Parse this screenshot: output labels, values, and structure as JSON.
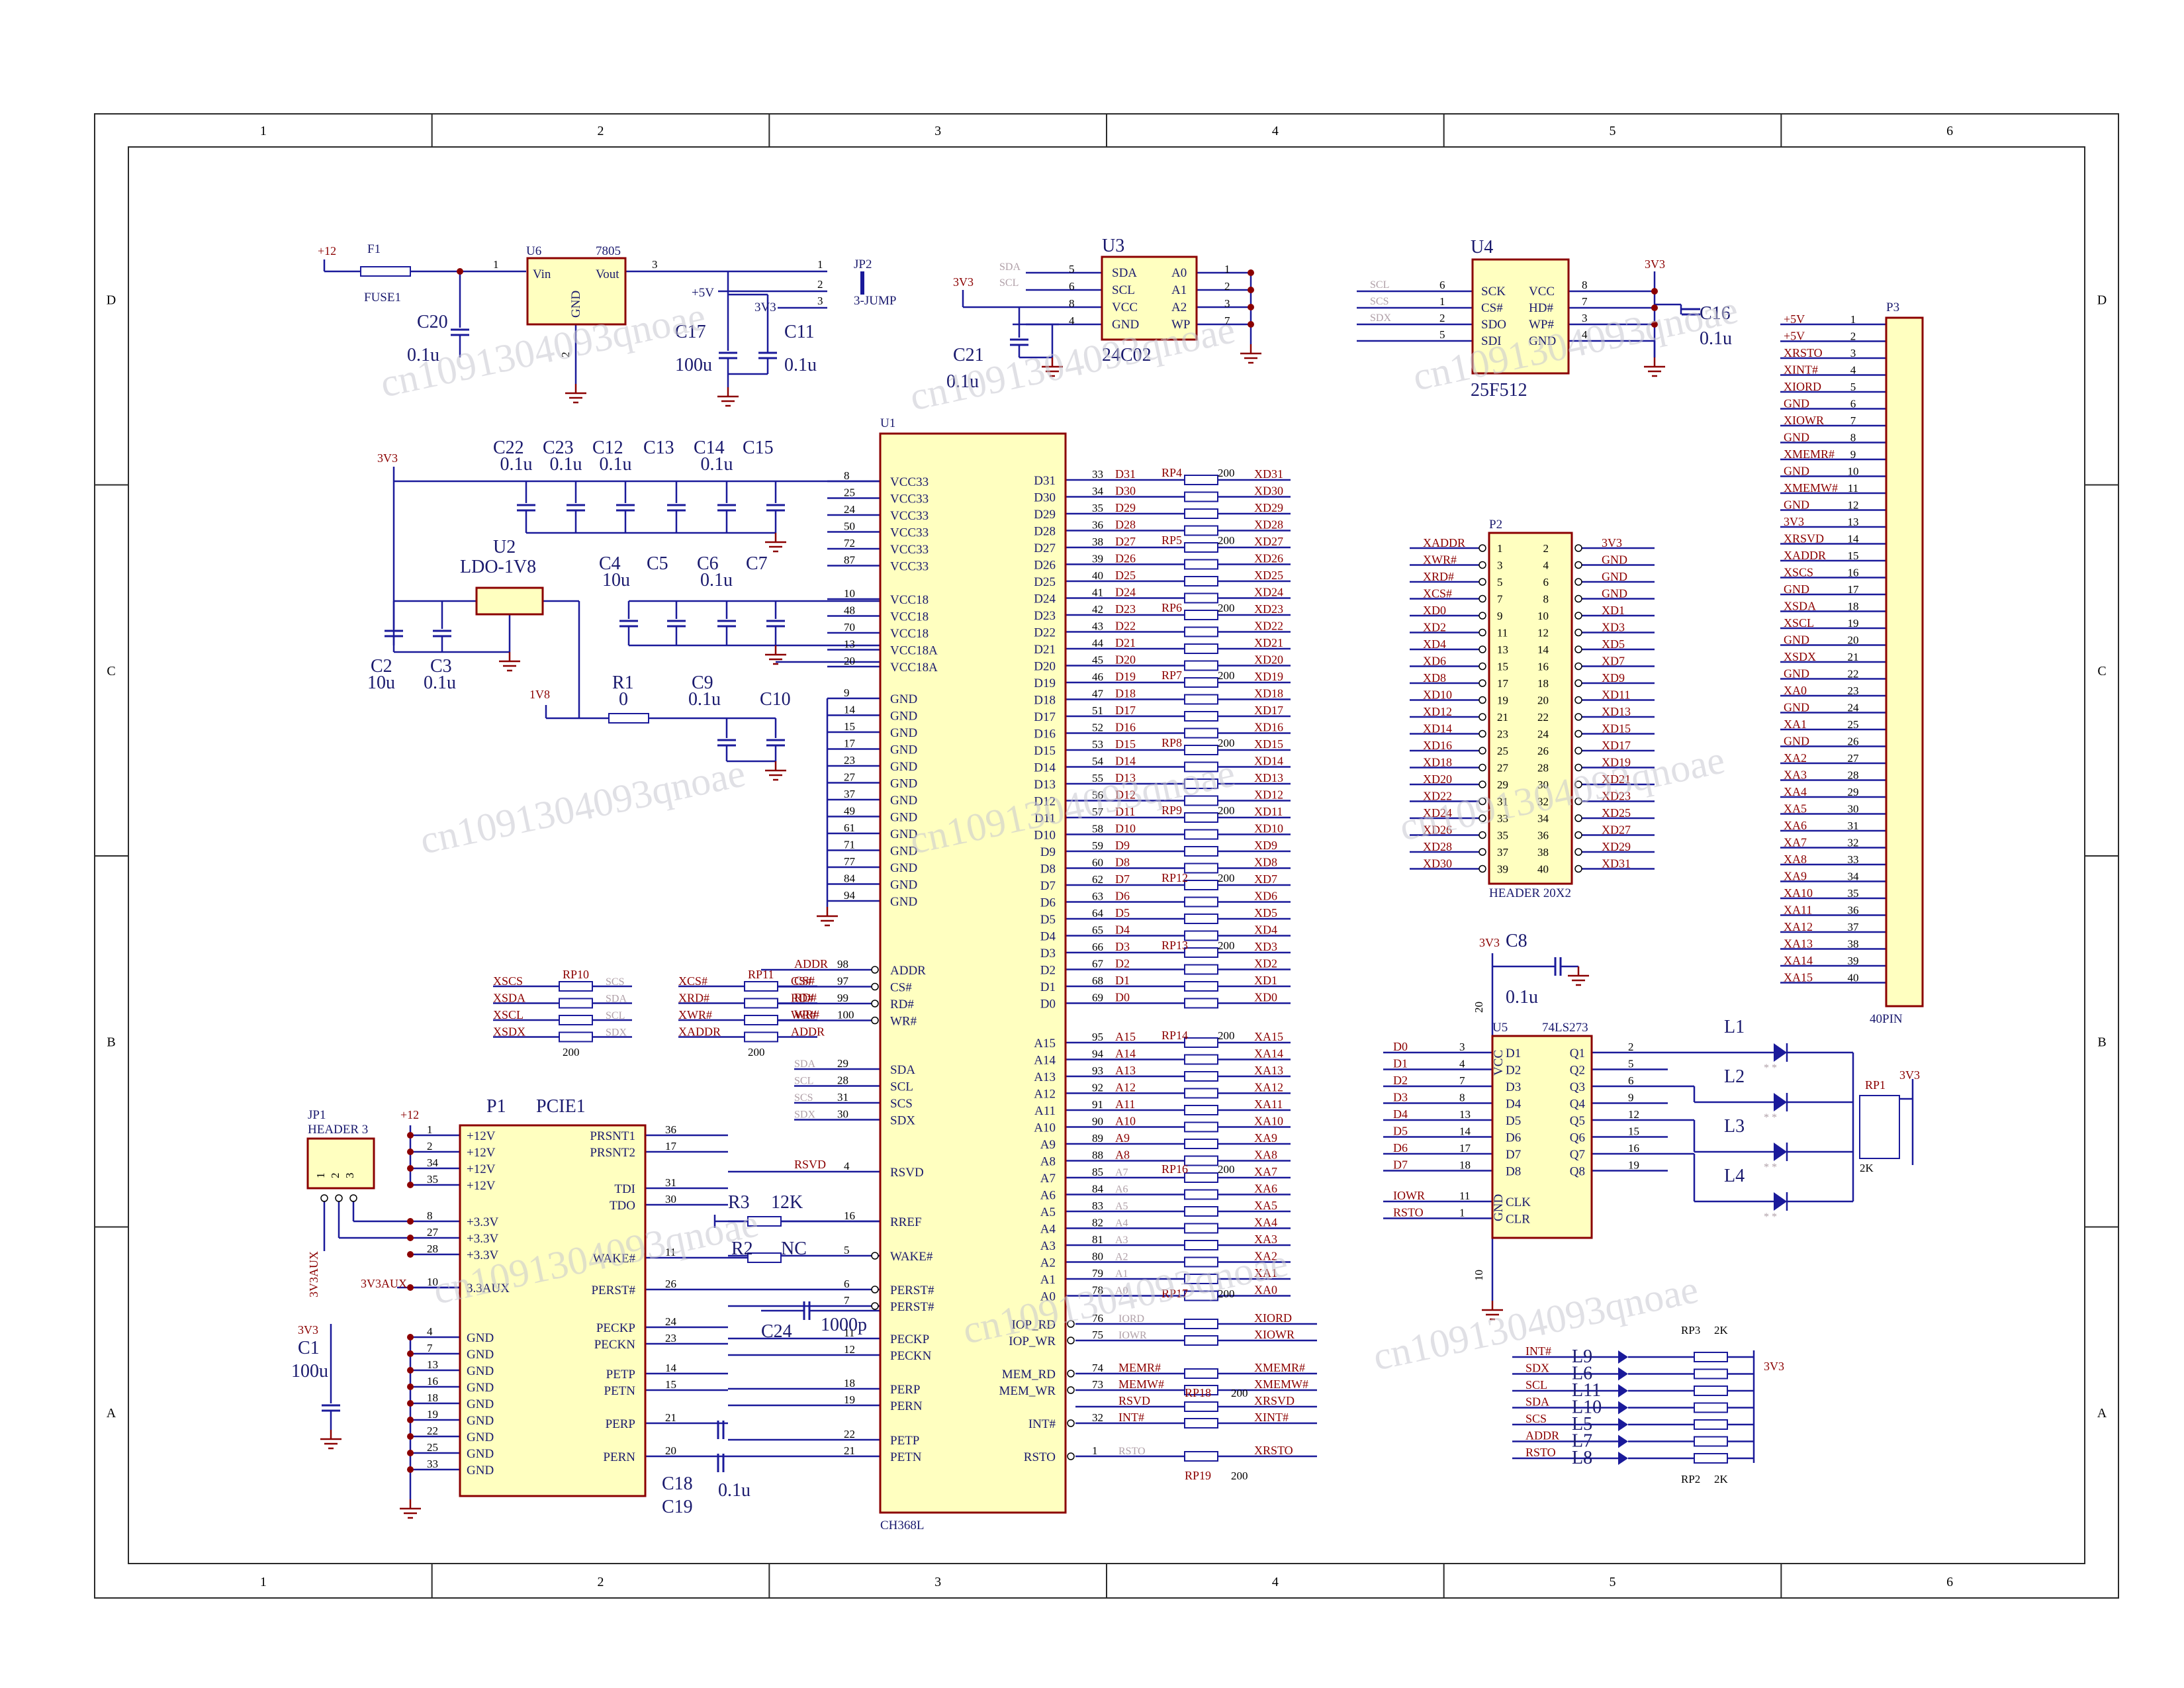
{
  "sheet": {
    "col_labels": [
      "1",
      "2",
      "3",
      "4",
      "5",
      "6"
    ],
    "row_labels": [
      "D",
      "C",
      "B",
      "A"
    ],
    "watermark": "cn1091304093qnoae"
  },
  "power_section": {
    "input_label": "+12",
    "fuse": {
      "ref": "F1",
      "value": "FUSE1"
    },
    "regulator": {
      "ref": "U6",
      "value": "7805",
      "pins": [
        "Vin",
        "Vout",
        "GND"
      ],
      "pin_nums": [
        "1",
        "3",
        "2"
      ]
    },
    "caps": [
      {
        "ref": "C20",
        "value": "0.1u"
      },
      {
        "ref": "C17",
        "value": "100u"
      },
      {
        "ref": "C11",
        "value": "0.1u"
      }
    ],
    "jumper": {
      "ref": "JP2",
      "value": "3-JUMP",
      "pin_nums": [
        "1",
        "2",
        "3"
      ],
      "nets": [
        "+5V",
        "3V3"
      ]
    }
  },
  "eeprom": {
    "ref": "U3",
    "value": "24C02",
    "left_pins": [
      "SDA",
      "SCL",
      "VCC",
      "GND"
    ],
    "left_nums": [
      "5",
      "6",
      "8",
      "4"
    ],
    "right_pins": [
      "A0",
      "A1",
      "A2",
      "WP"
    ],
    "right_nums": [
      "1",
      "2",
      "3",
      "7"
    ],
    "nets": [
      "SDA",
      "SCL",
      "3V3"
    ],
    "cap": {
      "ref": "C21",
      "value": "0.1u"
    }
  },
  "flash": {
    "ref": "U4",
    "value": "25F512",
    "left_pins": [
      "SCK",
      "CS#",
      "SDO",
      "SDI"
    ],
    "left_nums": [
      "6",
      "1",
      "2",
      "5"
    ],
    "right_pins": [
      "VCC",
      "HD#",
      "WP#",
      "GND"
    ],
    "right_nums": [
      "8",
      "7",
      "3",
      "4"
    ],
    "nets": [
      "SCL",
      "SCS",
      "SDX",
      "3V3"
    ],
    "cap": {
      "ref": "C16",
      "value": "0.1u"
    }
  },
  "decoupling": {
    "net_3v3": "3V3",
    "net_1v8": "1V8",
    "row1": [
      {
        "ref": "C22",
        "value": "0.1u"
      },
      {
        "ref": "C23",
        "value": "0.1u"
      },
      {
        "ref": "C12",
        "value": "0.1u"
      },
      {
        "ref": "C13",
        "value": ""
      },
      {
        "ref": "C14",
        "value": "0.1u"
      },
      {
        "ref": "C15",
        "value": ""
      }
    ],
    "ldo": {
      "ref": "U2",
      "value": "LDO-1V8"
    },
    "row2": [
      {
        "ref": "C2",
        "value": "10u"
      },
      {
        "ref": "C3",
        "value": "0.1u"
      },
      {
        "ref": "C4",
        "value": "10u"
      },
      {
        "ref": "C5",
        "value": ""
      },
      {
        "ref": "C6",
        "value": "0.1u"
      },
      {
        "ref": "C7",
        "value": ""
      }
    ],
    "r1": {
      "ref": "R1",
      "value": "0"
    },
    "row3": [
      {
        "ref": "C9",
        "value": "0.1u"
      },
      {
        "ref": "C10",
        "value": ""
      }
    ]
  },
  "u1": {
    "ref": "U1",
    "value": "CH368L",
    "power_pins": [
      {
        "n": "VCC33",
        "p": "8"
      },
      {
        "n": "VCC33",
        "p": "25"
      },
      {
        "n": "VCC33",
        "p": "24"
      },
      {
        "n": "VCC33",
        "p": "50"
      },
      {
        "n": "VCC33",
        "p": "72"
      },
      {
        "n": "VCC33",
        "p": "87"
      },
      {
        "n": "VCC18",
        "p": "10"
      },
      {
        "n": "VCC18",
        "p": "48"
      },
      {
        "n": "VCC18",
        "p": "70"
      },
      {
        "n": "VCC18A",
        "p": "13"
      },
      {
        "n": "VCC18A",
        "p": "20"
      },
      {
        "n": "GND",
        "p": "9"
      },
      {
        "n": "GND",
        "p": "14"
      },
      {
        "n": "GND",
        "p": "15"
      },
      {
        "n": "GND",
        "p": "17"
      },
      {
        "n": "GND",
        "p": "23"
      },
      {
        "n": "GND",
        "p": "27"
      },
      {
        "n": "GND",
        "p": "37"
      },
      {
        "n": "GND",
        "p": "49"
      },
      {
        "n": "GND",
        "p": "61"
      },
      {
        "n": "GND",
        "p": "71"
      },
      {
        "n": "GND",
        "p": "77"
      },
      {
        "n": "GND",
        "p": "84"
      },
      {
        "n": "GND",
        "p": "94"
      }
    ],
    "ctrl_pins": [
      {
        "n": "ADDR",
        "p": "98",
        "net": "ADDR"
      },
      {
        "n": "CS#",
        "p": "97",
        "net": "CS#"
      },
      {
        "n": "RD#",
        "p": "99",
        "net": "RD#"
      },
      {
        "n": "WR#",
        "p": "100",
        "net": "WR#"
      }
    ],
    "serial_pins": [
      {
        "n": "SDA",
        "p": "29",
        "net": "SDA"
      },
      {
        "n": "SCL",
        "p": "28",
        "net": "SCL"
      },
      {
        "n": "SCS",
        "p": "31",
        "net": "SCS"
      },
      {
        "n": "SDX",
        "p": "30",
        "net": "SDX"
      }
    ],
    "pcie_pins": [
      {
        "n": "RSVD",
        "p": "4"
      },
      {
        "n": "RREF",
        "p": "16"
      },
      {
        "n": "WAKE#",
        "p": "5"
      },
      {
        "n": "PERST#",
        "p": "6"
      },
      {
        "n": "PERST#",
        "p": "7"
      },
      {
        "n": "PECKP",
        "p": "11"
      },
      {
        "n": "PECKN",
        "p": "12"
      },
      {
        "n": "PERP",
        "p": "18"
      },
      {
        "n": "PERN",
        "p": "19"
      },
      {
        "n": "PETP",
        "p": "22"
      },
      {
        "n": "PETN",
        "p": "21"
      }
    ],
    "data_pins": [
      {
        "n": "D31",
        "p": "33"
      },
      {
        "n": "D30",
        "p": "34"
      },
      {
        "n": "D29",
        "p": "35"
      },
      {
        "n": "D28",
        "p": "36"
      },
      {
        "n": "D27",
        "p": "38"
      },
      {
        "n": "D26",
        "p": "39"
      },
      {
        "n": "D25",
        "p": "40"
      },
      {
        "n": "D24",
        "p": "41"
      },
      {
        "n": "D23",
        "p": "42"
      },
      {
        "n": "D22",
        "p": "43"
      },
      {
        "n": "D21",
        "p": "44"
      },
      {
        "n": "D20",
        "p": "45"
      },
      {
        "n": "D19",
        "p": "46"
      },
      {
        "n": "D18",
        "p": "47"
      },
      {
        "n": "D17",
        "p": "51"
      },
      {
        "n": "D16",
        "p": "52"
      },
      {
        "n": "D15",
        "p": "53"
      },
      {
        "n": "D14",
        "p": "54"
      },
      {
        "n": "D13",
        "p": "55"
      },
      {
        "n": "D12",
        "p": "56"
      },
      {
        "n": "D11",
        "p": "57"
      },
      {
        "n": "D10",
        "p": "58"
      },
      {
        "n": "D9",
        "p": "59"
      },
      {
        "n": "D8",
        "p": "60"
      },
      {
        "n": "D7",
        "p": "62"
      },
      {
        "n": "D6",
        "p": "63"
      },
      {
        "n": "D5",
        "p": "64"
      },
      {
        "n": "D4",
        "p": "65"
      },
      {
        "n": "D3",
        "p": "66"
      },
      {
        "n": "D2",
        "p": "67"
      },
      {
        "n": "D1",
        "p": "68"
      },
      {
        "n": "D0",
        "p": "69"
      }
    ],
    "addr_pins": [
      {
        "n": "A15",
        "p": "95"
      },
      {
        "n": "A14",
        "p": "94"
      },
      {
        "n": "A13",
        "p": "93"
      },
      {
        "n": "A12",
        "p": "92"
      },
      {
        "n": "A11",
        "p": "91"
      },
      {
        "n": "A10",
        "p": "90"
      },
      {
        "n": "A9",
        "p": "89"
      },
      {
        "n": "A8",
        "p": "88"
      },
      {
        "n": "A7",
        "p": "85"
      },
      {
        "n": "A6",
        "p": "84"
      },
      {
        "n": "A5",
        "p": "83"
      },
      {
        "n": "A4",
        "p": "82"
      },
      {
        "n": "A3",
        "p": "81"
      },
      {
        "n": "A2",
        "p": "80"
      },
      {
        "n": "A1",
        "p": "79"
      },
      {
        "n": "A0",
        "p": "78"
      }
    ],
    "io_pins": [
      {
        "n": "IOP_RD",
        "p": "76",
        "net": "IORD"
      },
      {
        "n": "IOP_WR",
        "p": "75",
        "net": "IOWR"
      },
      {
        "n": "MEM_RD",
        "p": "74",
        "net": "MEMR#"
      },
      {
        "n": "MEM_WR",
        "p": "73",
        "net": "MEMW#"
      },
      {
        "n": "",
        "p": "",
        "net": "RSVD"
      },
      {
        "n": "INT#",
        "p": "32",
        "net": "INT#"
      },
      {
        "n": "RSTO",
        "p": "1",
        "net": "RSTO"
      }
    ]
  },
  "resnets": {
    "data_group_labels": [
      "RP4",
      "RP5",
      "RP6",
      "RP7",
      "RP8",
      "RP9",
      "RP12",
      "RP13",
      "RP14",
      "RP16",
      "RP17"
    ],
    "value": "200",
    "xd_nets": [
      "XD31",
      "XD30",
      "XD29",
      "XD28",
      "XD27",
      "XD26",
      "XD25",
      "XD24",
      "XD23",
      "XD22",
      "XD21",
      "XD20",
      "XD19",
      "XD18",
      "XD17",
      "XD16",
      "XD15",
      "XD14",
      "XD13",
      "XD12",
      "XD11",
      "XD10",
      "XD9",
      "XD8",
      "XD7",
      "XD6",
      "XD5",
      "XD4",
      "XD3",
      "XD2",
      "XD1",
      "XD0"
    ],
    "xa_nets": [
      "XA15",
      "XA14",
      "XA13",
      "XA12",
      "XA11",
      "XA10",
      "XA9",
      "XA8",
      "XA7",
      "XA6",
      "XA5",
      "XA4",
      "XA3",
      "XA2",
      "XA1",
      "XA0"
    ],
    "io_nets": [
      "XIORD",
      "XIOWR",
      "XMEMR#",
      "XMEMW#",
      "XRSVD",
      "XINT#",
      "XRSTO"
    ],
    "io_labels": [
      "RP18",
      "200",
      "RP19",
      "200"
    ]
  },
  "rp10": {
    "ref": "RP10",
    "value": "200",
    "left": [
      "XSCS",
      "XSDA",
      "XSCL",
      "XSDX"
    ],
    "right": [
      "SCS",
      "SDA",
      "SCL",
      "SDX"
    ]
  },
  "rp11": {
    "ref": "RP11",
    "value": "200",
    "left": [
      "XCS#",
      "XRD#",
      "XWR#",
      "XADDR"
    ],
    "right": [
      "CS#",
      "RD#",
      "WR#",
      "ADDR"
    ]
  },
  "misc_parts": {
    "r3": {
      "ref": "R3",
      "value": "12K"
    },
    "r2": {
      "ref": "R2",
      "value": "NC"
    },
    "c24": {
      "ref": "C24",
      "value": "1000p"
    },
    "c18": {
      "ref": "C18",
      "value": "0.1u"
    },
    "c19": {
      "ref": "C19",
      "value": ""
    },
    "rsvd_net": "RSVD"
  },
  "pcie": {
    "ref": "P1",
    "value": "PCIE1",
    "left": [
      {
        "n": "+12V",
        "p": "1"
      },
      {
        "n": "+12V",
        "p": "2"
      },
      {
        "n": "+12V",
        "p": "34"
      },
      {
        "n": "+12V",
        "p": "35"
      },
      {
        "n": "+3.3V",
        "p": "8"
      },
      {
        "n": "+3.3V",
        "p": "27"
      },
      {
        "n": "+3.3V",
        "p": "28"
      },
      {
        "n": "3.3AUX",
        "p": "10"
      },
      {
        "n": "GND",
        "p": "4"
      },
      {
        "n": "GND",
        "p": "7"
      },
      {
        "n": "GND",
        "p": "13"
      },
      {
        "n": "GND",
        "p": "16"
      },
      {
        "n": "GND",
        "p": "18"
      },
      {
        "n": "GND",
        "p": "19"
      },
      {
        "n": "GND",
        "p": "22"
      },
      {
        "n": "GND",
        "p": "25"
      },
      {
        "n": "GND",
        "p": "33"
      }
    ],
    "right": [
      {
        "n": "PRSNT1",
        "p": "36"
      },
      {
        "n": "PRSNT2",
        "p": "17"
      },
      {
        "n": "TDI",
        "p": "31"
      },
      {
        "n": "TDO",
        "p": "30"
      },
      {
        "n": "WAKE#",
        "p": "11"
      },
      {
        "n": "PERST#",
        "p": "26"
      },
      {
        "n": "PECKP",
        "p": "24"
      },
      {
        "n": "PECKN",
        "p": "23"
      },
      {
        "n": "PETP",
        "p": "14"
      },
      {
        "n": "PETN",
        "p": "15"
      },
      {
        "n": "PERP",
        "p": "21"
      },
      {
        "n": "PERN",
        "p": "20"
      }
    ],
    "header": {
      "ref": "JP1",
      "value": "HEADER 3",
      "pins": [
        "1",
        "2",
        "3"
      ]
    },
    "aux_net": "3V3AUX",
    "p12": "+12",
    "v3": "3V3",
    "c1": {
      "ref": "C1",
      "value": "100u"
    }
  },
  "p2": {
    "ref": "P2",
    "value": "HEADER 20X2",
    "left_nets": [
      "XADDR",
      "XWR#",
      "XRD#",
      "XCS#",
      "XD0",
      "XD2",
      "XD4",
      "XD6",
      "XD8",
      "XD10",
      "XD12",
      "XD14",
      "XD16",
      "XD18",
      "XD20",
      "XD22",
      "XD24",
      "XD26",
      "XD28",
      "XD30"
    ],
    "left_nums": [
      "1",
      "3",
      "5",
      "7",
      "9",
      "11",
      "13",
      "15",
      "17",
      "19",
      "21",
      "23",
      "25",
      "27",
      "29",
      "31",
      "33",
      "35",
      "37",
      "39"
    ],
    "right_nums": [
      "2",
      "4",
      "6",
      "8",
      "10",
      "12",
      "14",
      "16",
      "18",
      "20",
      "22",
      "24",
      "26",
      "28",
      "30",
      "32",
      "34",
      "36",
      "38",
      "40"
    ],
    "right_nets": [
      "3V3",
      "GND",
      "GND",
      "GND",
      "XD1",
      "XD3",
      "XD5",
      "XD7",
      "XD9",
      "XD11",
      "XD13",
      "XD15",
      "XD17",
      "XD19",
      "XD21",
      "XD23",
      "XD25",
      "XD27",
      "XD29",
      "XD31"
    ]
  },
  "p3": {
    "ref": "P3",
    "value": "40PIN",
    "nets": [
      "+5V",
      "+5V",
      "XRSTO",
      "XINT#",
      "XIORD",
      "GND",
      "XIOWR",
      "GND",
      "XMEMR#",
      "GND",
      "XMEMW#",
      "GND",
      "3V3",
      "XRSVD",
      "XADDR",
      "XSCS",
      "GND",
      "XSDA",
      "XSCL",
      "GND",
      "XSDX",
      "GND",
      "XA0",
      "GND",
      "XA1",
      "GND",
      "XA2",
      "XA3",
      "XA4",
      "XA5",
      "XA6",
      "XA7",
      "XA8",
      "XA9",
      "XA10",
      "XA11",
      "XA12",
      "XA13",
      "XA14",
      "XA15"
    ],
    "nums": [
      "1",
      "2",
      "3",
      "4",
      "5",
      "6",
      "7",
      "8",
      "9",
      "10",
      "11",
      "12",
      "13",
      "14",
      "15",
      "16",
      "17",
      "18",
      "19",
      "20",
      "21",
      "22",
      "23",
      "24",
      "25",
      "26",
      "27",
      "28",
      "29",
      "30",
      "31",
      "32",
      "33",
      "34",
      "35",
      "36",
      "37",
      "38",
      "39",
      "40"
    ]
  },
  "u5": {
    "ref": "U5",
    "value": "74LS273",
    "d_pins": [
      "D1",
      "D2",
      "D3",
      "D4",
      "D5",
      "D6",
      "D7",
      "D8"
    ],
    "d_nums": [
      "3",
      "4",
      "7",
      "8",
      "13",
      "14",
      "17",
      "18"
    ],
    "d_nets": [
      "D0",
      "D1",
      "D2",
      "D3",
      "D4",
      "D5",
      "D6",
      "D7"
    ],
    "q_pins": [
      "Q1",
      "Q2",
      "Q3",
      "Q4",
      "Q5",
      "Q6",
      "Q7",
      "Q8"
    ],
    "q_nums": [
      "2",
      "5",
      "6",
      "9",
      "12",
      "15",
      "16",
      "19"
    ],
    "clk": [
      "CLK",
      "CLR"
    ],
    "clk_nums": [
      "11",
      "1"
    ],
    "clk_nets": [
      "IOWR",
      "RSTO"
    ],
    "vcc": "VCC",
    "gnd": "GND",
    "vcc_num": "20",
    "gnd_num": "10",
    "cap": {
      "ref": "C8",
      "value": "0.1u"
    },
    "net": "3V3"
  },
  "leds": {
    "upper": [
      "L1",
      "L2",
      "L3",
      "L4"
    ],
    "rp1": {
      "ref": "RP1",
      "value": "2K"
    },
    "lower": [
      "L9",
      "L6",
      "L11",
      "L10",
      "L5",
      "L7",
      "L8"
    ],
    "lower_nets": [
      "INT#",
      "SDX",
      "SCL",
      "SDA",
      "SCS",
      "ADDR",
      "RSTO"
    ],
    "rp3": {
      "ref": "RP3",
      "value": "2K"
    },
    "rp2": {
      "ref": "RP2",
      "value": "2K"
    },
    "net": "3V3"
  },
  "colors": {
    "wire": "#1a1a9a",
    "body_fill": "#ffffc0",
    "body_stroke": "#8b0000",
    "net": "#8b0000",
    "frame": "#2a2a2a"
  }
}
